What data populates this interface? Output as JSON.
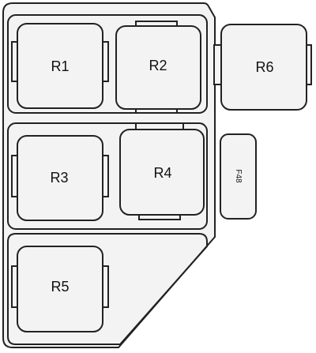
{
  "diagram": {
    "relays": [
      {
        "label": "R1"
      },
      {
        "label": "R2"
      },
      {
        "label": "R3"
      },
      {
        "label": "R4"
      },
      {
        "label": "R5"
      },
      {
        "label": "R6"
      }
    ],
    "fuse": {
      "label": "F48"
    },
    "colors": {
      "stroke": "#222222",
      "fill": "#f3f3f3",
      "background": "#ffffff"
    }
  }
}
